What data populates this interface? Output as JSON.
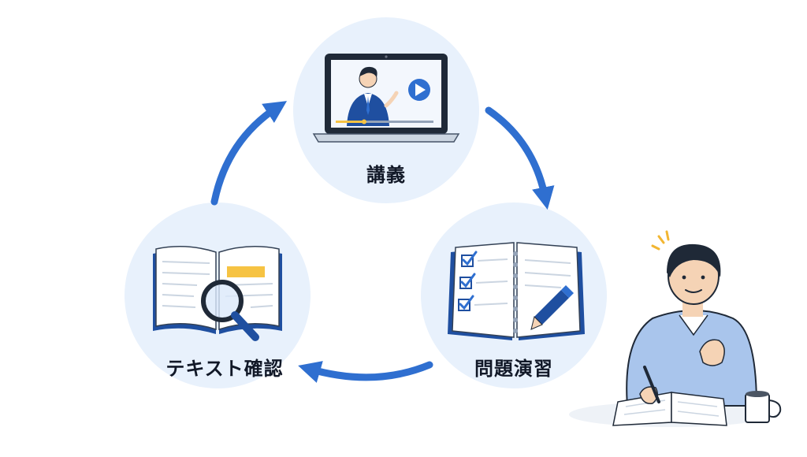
{
  "cycle": {
    "steps": [
      {
        "label": "講義",
        "icon": "video-lecture-laptop-icon"
      },
      {
        "label": "問題演習",
        "icon": "checklist-notebook-pen-icon"
      },
      {
        "label": "テキスト確認",
        "icon": "book-magnifier-icon"
      }
    ],
    "arrows": [
      "lecture-to-practice",
      "practice-to-review",
      "review-to-lecture"
    ]
  },
  "illustration": {
    "subject": "student-studying-with-notebook-and-mug"
  },
  "colors": {
    "circle_fill": "#e8f1fc",
    "arrow": "#2f6fd0",
    "accent_blue": "#1f4fa0",
    "highlight": "#f6c343",
    "shirt": "#a9c5ec"
  }
}
